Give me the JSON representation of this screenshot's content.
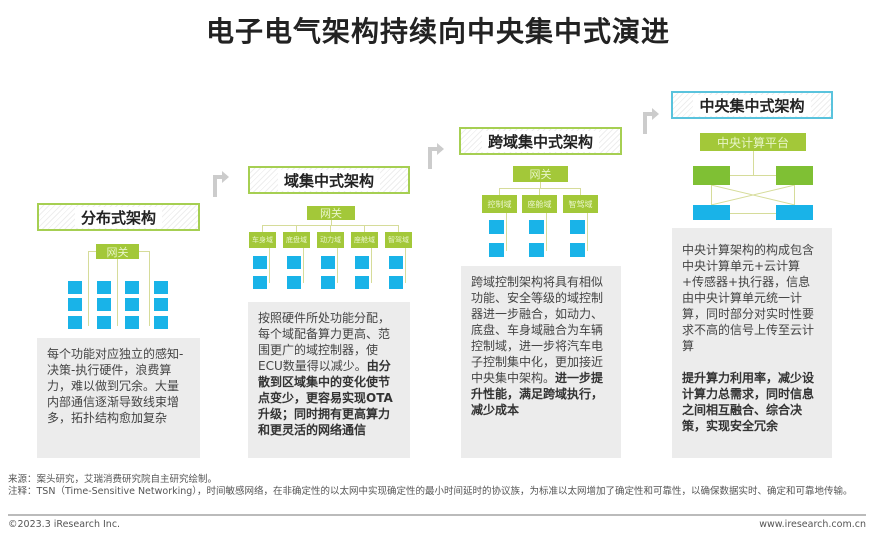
{
  "title": "电子电气架构持续向中央集中式演进",
  "columns": [
    {
      "name": "分布式架构",
      "gateway": "网关",
      "desc": "每个功能对应独立的感知-决策-执行硬件，浪费算力，难以做到冗余。大量内部通信逐渐导致线束增多，拓扑结构愈加复杂",
      "desc_bold": ""
    },
    {
      "name": "域集中式架构",
      "gateway": "网关",
      "domains": [
        "车身域",
        "底盘域",
        "动力域",
        "座舱域",
        "智驾域"
      ],
      "desc": "按照硬件所处功能分配，每个域配备算力更高、范围更广的域控制器，使ECU数量得以减少。",
      "desc_bold": "由分散到区域集中的变化使节点变少，更容易实现OTA升级；同时拥有更高算力和更灵活的网络通信"
    },
    {
      "name": "跨域集中式架构",
      "gateway": "网关",
      "domains": [
        "控制域",
        "座舱域",
        "智驾域"
      ],
      "desc": "跨域控制架构将具有相似功能、安全等级的域控制器进一步融合，如动力、底盘、车身域融合为车辆控制域，进一步将汽车电子控制集中化，更加接近中央集中架构。",
      "desc_bold": "进一步提升性能，满足跨域执行，减少成本"
    },
    {
      "name": "中央集中式架构",
      "gateway": "中央计算平台",
      "desc": "中央计算架构的构成包含中央计算单元+云计算+传感器+执行器，信息由中央计算单元统一计算，同时部分对实时性要求不高的信号上传至云计算",
      "desc_bold": "提升算力利用率，减少设计算力总需求，同时信息之间相互融合、综合决策，实现安全冗余"
    }
  ],
  "footer": {
    "source": "来源：案头研究，艾瑞消费研究院自主研究绘制。",
    "note": "注释：TSN（Time-Sensitive Networking），时间敏感网络，在非确定性的以太网中实现确定性的最小时间延时的协议族，为标准以太网增加了确定性和可靠性，以确保数据实时、确定和可靠地传输。",
    "copyright": "©2023.3 iResearch Inc.",
    "website": "www.iresearch.com.cn"
  }
}
